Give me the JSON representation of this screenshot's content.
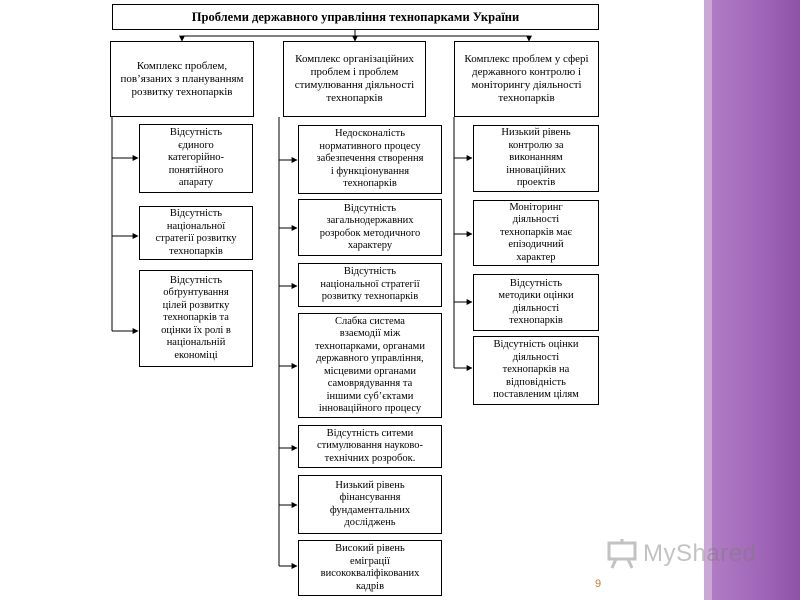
{
  "diagram": {
    "title": "Проблеми державного управління технопарками України",
    "columns": [
      {
        "header": "Комплекс проблем, пов’язаних з плануванням розвитку технопарків",
        "items": [
          "Відсутність\nєдиного\nкатегорійно-\nпонятійного\nапарату",
          "Відсутність\nнаціональної\nстратегії розвитку\nтехнопарків",
          "Відсутність\nобґрунтування\nцілей розвитку\nтехнопарків та\nоцінки їх ролі в\nнаціональній\nекономіці"
        ]
      },
      {
        "header": "Комплекс організаційних проблем і проблем стимулювання діяльності технопарків",
        "items": [
          "Недосконалість\nнормативного процесу\nзабезпечення створення\nі функціонування\nтехнопарків",
          "Відсутність\nзагальнодержавних\nрозробок методичного\nхарактеру",
          "Відсутність\nнаціональної стратегії\nрозвитку технопарків",
          "Слабка система\nвзаємодії між\nтехнопарками, органами\nдержавного управління,\nмісцевими органами\nсамоврядування та\nіншими суб’єктами\nінноваційного процесу",
          "Відсутність ситеми\nстимулювання науково-\nтехнічних розробок.",
          "Низький рівень\nфінансування\nфундаментальних\nдосліджень",
          "Високий рівень\nеміграції\nвисококваліфікованих\nкадрів"
        ]
      },
      {
        "header": "Комплекс проблем у сфері державного контролю і моніторингу діяльності технопарків",
        "items": [
          "Низький рівень\nконтролю за\nвиконанням\nінноваційних\nпроектів",
          "Моніторинг\nдіяльності\nтехнопарків має\nепізодичний\nхарактер",
          "Відсутність\nметодики оцінки\nдіяльності\nтехнопарків",
          "Відсутність оцінки\nдіяльності\nтехнопарків на\nвідповідність\nпоставленим цілям"
        ]
      }
    ]
  },
  "slide": {
    "page_number": "9",
    "logo_text": "MyShared",
    "logo_icon": "presentation-board-icon",
    "accent_color": "#a066b8",
    "page_number_color": "#c87a30"
  }
}
